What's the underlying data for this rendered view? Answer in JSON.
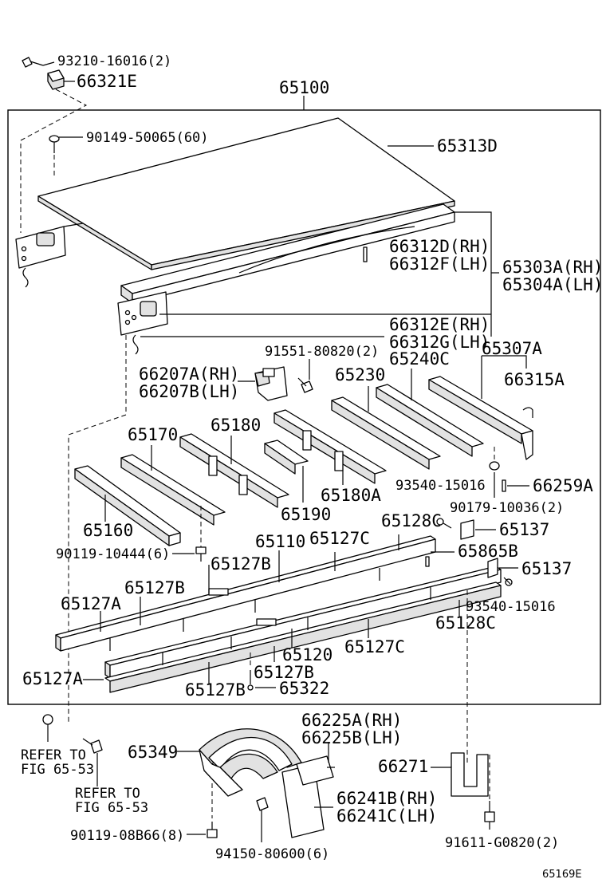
{
  "diagram_id": "65169E",
  "assembly": "65100",
  "labels": {
    "l93210": "93210-16016(2)",
    "l66321E": "66321E",
    "l65100": "65100",
    "l90149": "90149-50065(60)",
    "l65313D": "65313D",
    "l66312D": "66312D(RH)",
    "l66312F": "66312F(LH)",
    "l65303A": "65303A(RH)",
    "l65304A": "65304A(LH)",
    "l66312E": "66312E(RH)",
    "l66312G": "66312G(LH)",
    "l91551": "91551-80820(2)",
    "l65307A": "65307A",
    "l66207A": "66207A(RH)",
    "l66207B": "66207B(LH)",
    "l65230": "65230",
    "l65240C": "65240C",
    "l66315A": "66315A",
    "l65180": "65180",
    "l65170": "65170",
    "l93540a": "93540-15016",
    "l66259A": "66259A",
    "l65190": "65190",
    "l65180A": "65180A",
    "l90179": "90179-10036(2)",
    "l65160": "65160",
    "l65128Ca": "65128C",
    "l65137a": "65137",
    "l65110": "65110",
    "l65127Ca": "65127C",
    "l90119a": "90119-10444(6)",
    "l65865B": "65865B",
    "l65127Ba": "65127B",
    "l65137b": "65137",
    "l65127Bb": "65127B",
    "l93540b": "93540-15016",
    "l65127Aa": "65127A",
    "l65128Cb": "65128C",
    "l65120": "65120",
    "l65127Cb": "65127C",
    "l65127Bc": "65127B",
    "l65127Ab": "65127A",
    "l65127Bd": "65127B",
    "l65322": "65322",
    "l66225A": "66225A(RH)",
    "l66225B": "66225B(LH)",
    "l65349": "65349",
    "lRefer1a": "REFER TO",
    "lRefer1b": "FIG 65-53",
    "lRefer2a": "REFER TO",
    "lRefer2b": "FIG 65-53",
    "l66271": "66271",
    "l66241B": "66241B(RH)",
    "l66241C": "66241C(LH)",
    "l90119b": "90119-08B66(8)",
    "l94150": "94150-80600(6)",
    "l91611": "91611-G0820(2)"
  }
}
